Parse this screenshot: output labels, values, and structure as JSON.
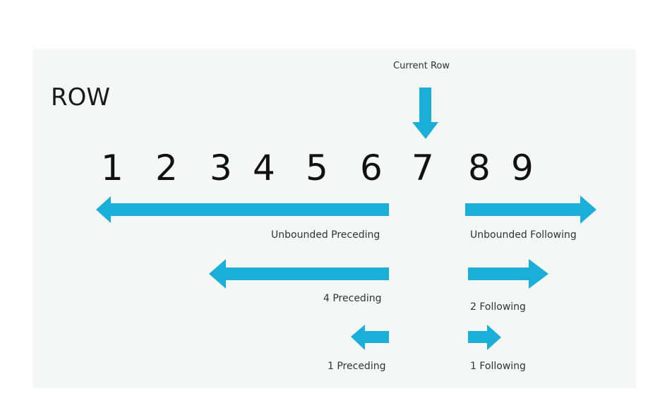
{
  "title": "ROW",
  "current_row_label": "Current Row",
  "numbers": [
    "1",
    "2",
    "3",
    "4",
    "5",
    "6",
    "7",
    "8",
    "9"
  ],
  "labels": {
    "unbounded_preceding": "Unbounded Preceding",
    "unbounded_following": "Unbounded Following",
    "four_preceding": "4 Preceding",
    "two_following": "2 Following",
    "one_preceding": "1 Preceding",
    "one_following": "1 Following"
  },
  "colors": {
    "arrow": "#19afd9",
    "text": "#111111",
    "background": "#f5f6f6"
  }
}
